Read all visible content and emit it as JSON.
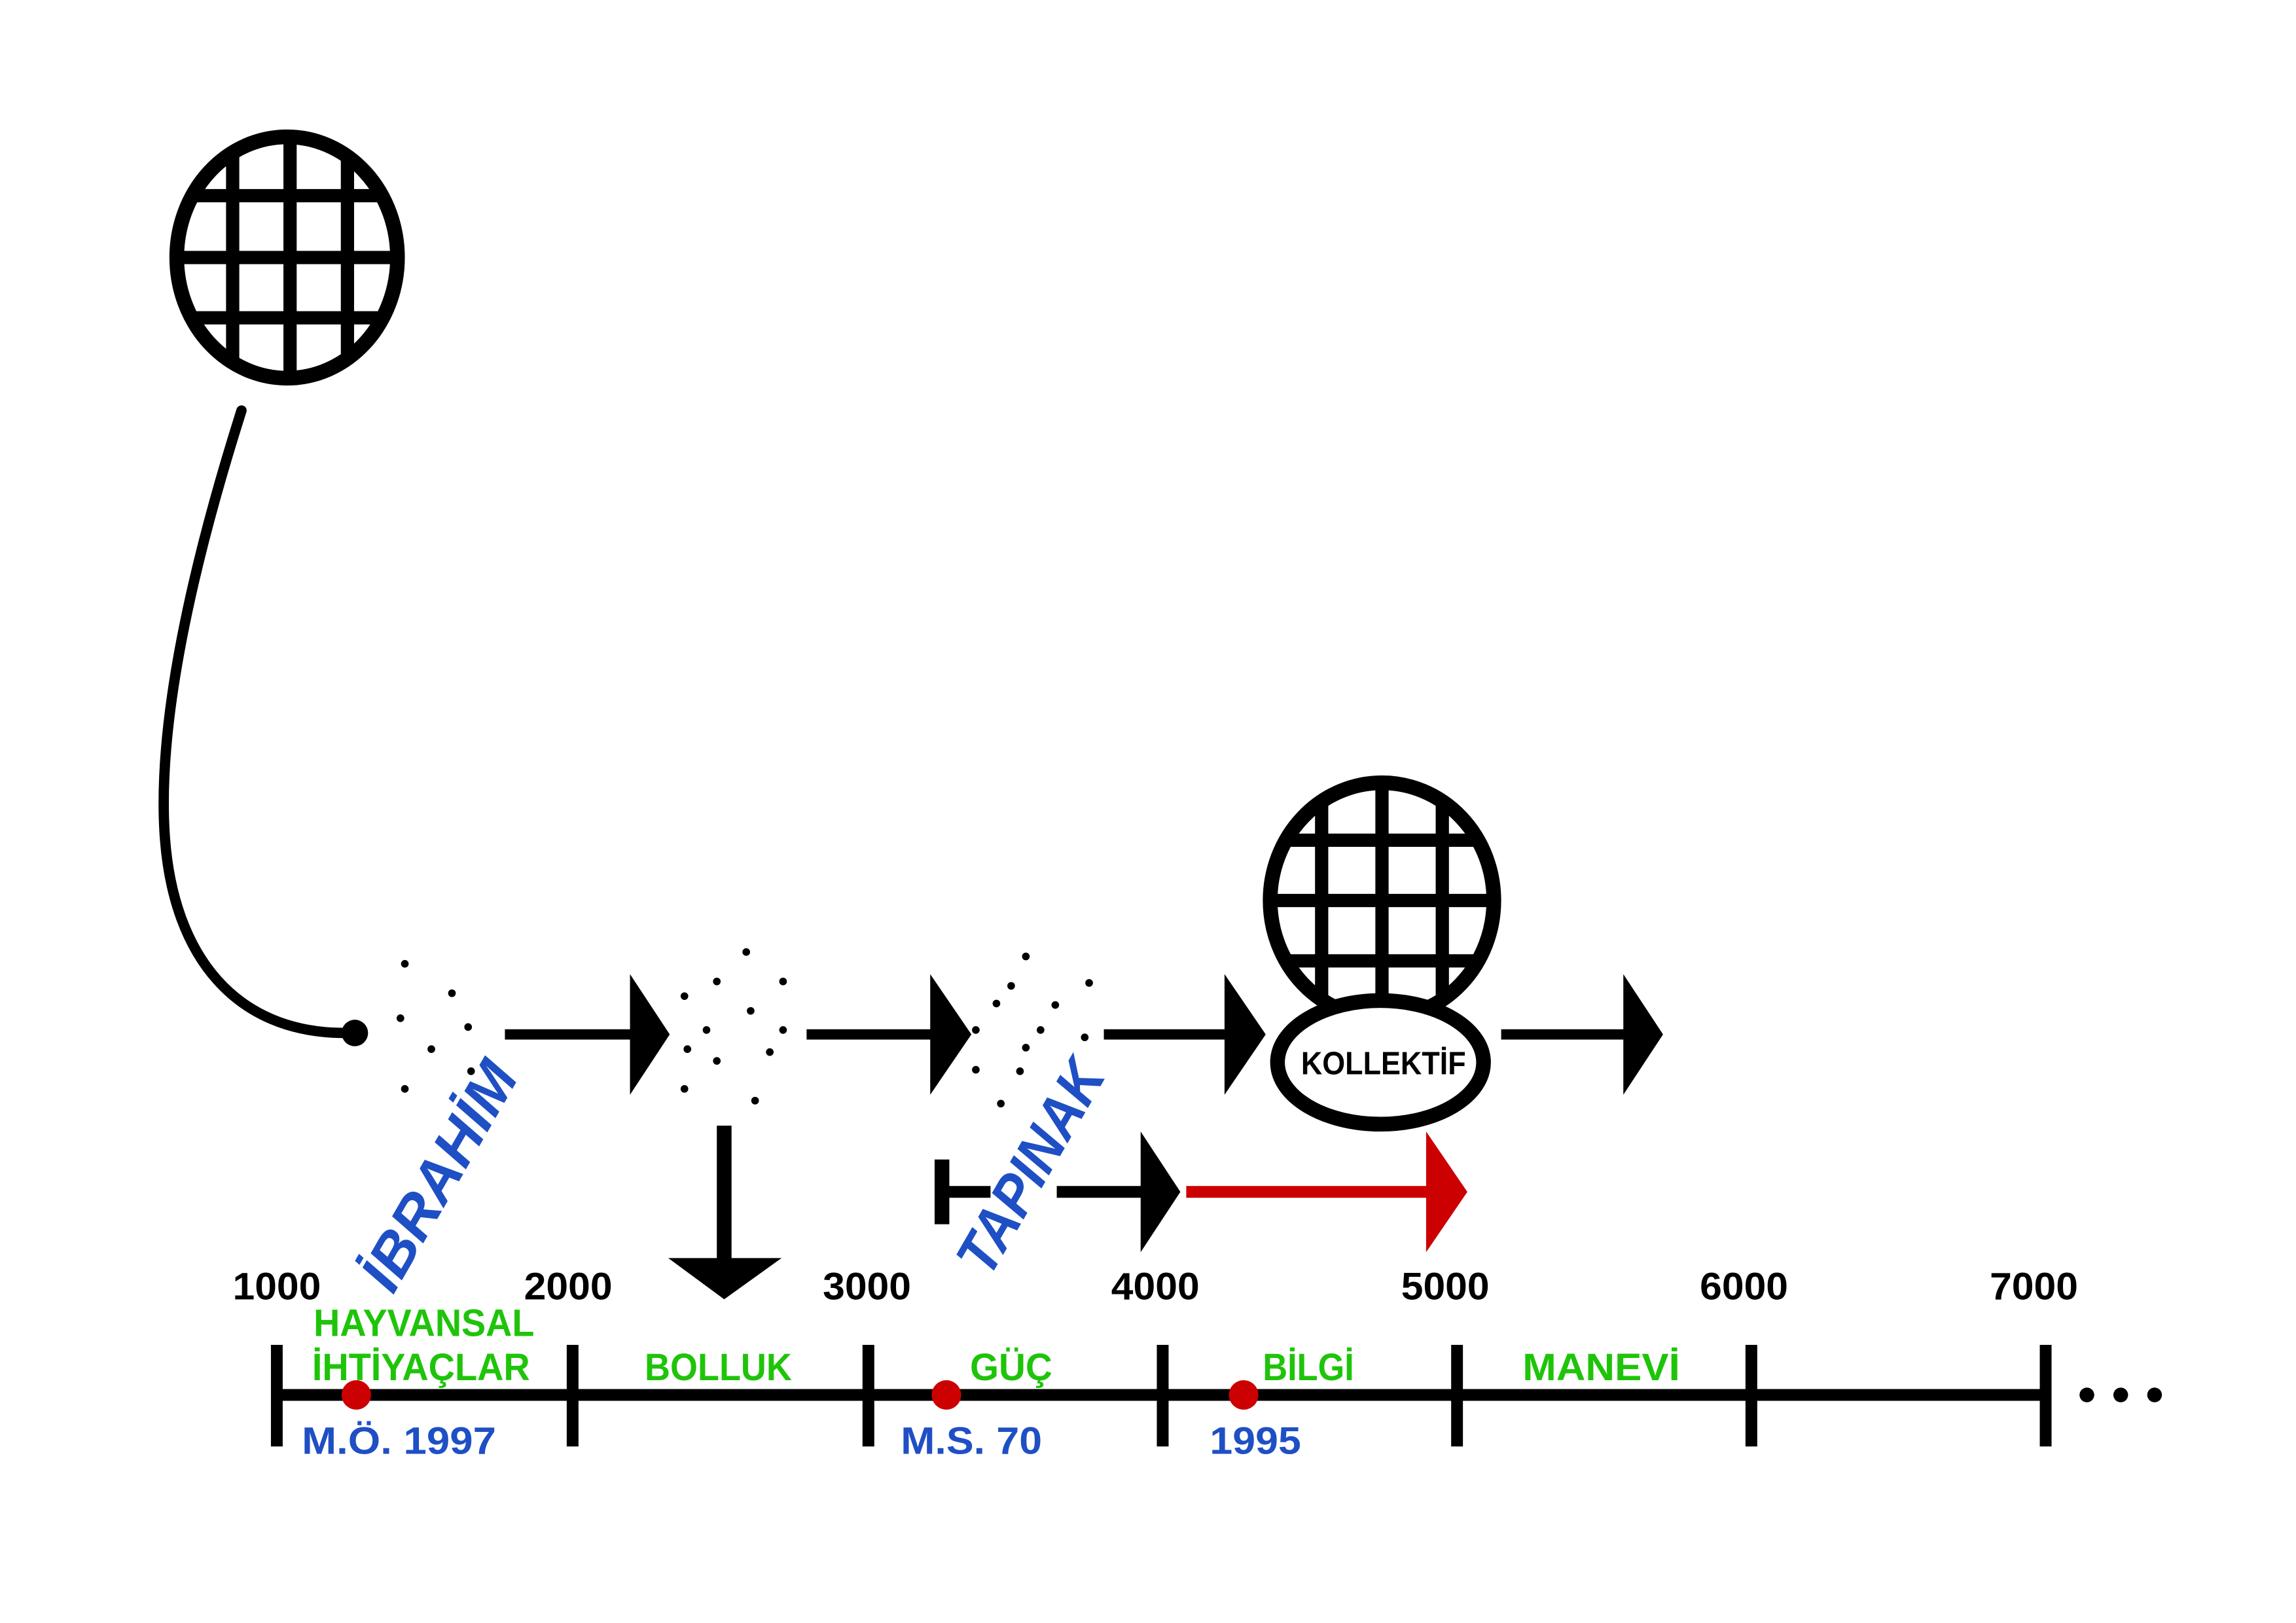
{
  "labels": {
    "ibrahim": "İBRAHİM",
    "tapinak": "TAPINAK",
    "kollektif": "KOLLEKTİF"
  },
  "timeline": {
    "ticks": [
      "1000",
      "2000",
      "3000",
      "4000",
      "5000",
      "6000",
      "7000"
    ],
    "eras": {
      "animal_needs_line1": "HAYVANSAL",
      "animal_needs_line2": "İHTİYAÇLAR",
      "abundance": "BOLLUK",
      "power": "GÜÇ",
      "knowledge": "BİLGİ",
      "spiritual": "MANEVİ"
    },
    "dates": [
      "M.Ö. 1997",
      "M.S. 70",
      "1995"
    ]
  },
  "colors": {
    "blue": "#1f4fc4",
    "green": "#1fc40a",
    "red": "#cc0000",
    "ink": "#000000"
  }
}
